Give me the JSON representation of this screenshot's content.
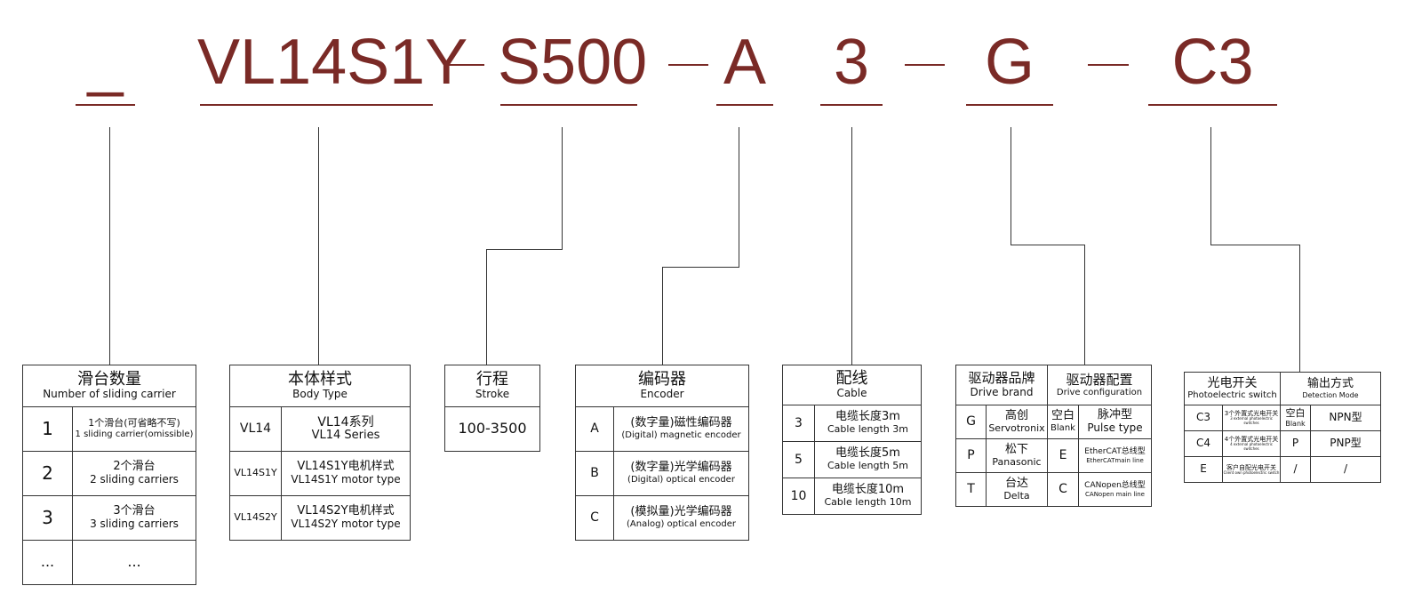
{
  "codes": [
    "_",
    "VL14S1Y",
    "S500",
    "A",
    "3",
    "G",
    "C3"
  ],
  "color": "#7a2a26",
  "sliding": {
    "title_zh": "滑台数量",
    "title_en": "Number of sliding carrier",
    "rows": [
      {
        "code": "1",
        "zh": "1个滑台(可省略不写)",
        "en": "1 sliding carrier(omissible)"
      },
      {
        "code": "2",
        "zh": "2个滑台",
        "en": "2 sliding carriers"
      },
      {
        "code": "3",
        "zh": "3个滑台",
        "en": "3 sliding carriers"
      },
      {
        "code": "...",
        "zh": "...",
        "en": ""
      }
    ]
  },
  "body": {
    "title_zh": "本体样式",
    "title_en": "Body Type",
    "rows": [
      {
        "code": "VL14",
        "zh": "VL14系列",
        "en": "VL14 Series"
      },
      {
        "code": "VL14S1Y",
        "zh": "VL14S1Y电机样式",
        "en": "VL14S1Y motor type"
      },
      {
        "code": "VL14S2Y",
        "zh": "VL14S2Y电机样式",
        "en": "VL14S2Y motor type"
      }
    ]
  },
  "stroke": {
    "title_zh": "行程",
    "title_en": "Stroke",
    "value": "100-3500"
  },
  "encoder": {
    "title_zh": "编码器",
    "title_en": "Encoder",
    "rows": [
      {
        "code": "A",
        "zh": "(数字量)磁性编码器",
        "en": "(Digital) magnetic encoder"
      },
      {
        "code": "B",
        "zh": "(数字量)光学编码器",
        "en": "(Digital) optical encoder"
      },
      {
        "code": "C",
        "zh": "(模拟量)光学编码器",
        "en": "(Analog) optical encoder"
      }
    ]
  },
  "cable": {
    "title_zh": "配线",
    "title_en": "Cable",
    "rows": [
      {
        "code": "3",
        "zh": "电缆长度3m",
        "en": "Cable length 3m"
      },
      {
        "code": "5",
        "zh": "电缆长度5m",
        "en": "Cable length 5m"
      },
      {
        "code": "10",
        "zh": "电缆长度10m",
        "en": "Cable length 10m"
      }
    ]
  },
  "drive": {
    "brand_zh": "驱动器品牌",
    "brand_en": "Drive brand",
    "config_zh": "驱动器配置",
    "config_en": "Drive configuration",
    "rows": [
      {
        "code": "G",
        "zh": "高创",
        "en": "Servotronix",
        "ccode": "空白",
        "ccode_en": "Blank",
        "czh": "脉冲型",
        "cen": "Pulse type"
      },
      {
        "code": "P",
        "zh": "松下",
        "en": "Panasonic",
        "ccode": "E",
        "ccode_en": "",
        "czh": "EtherCAT总线型",
        "cen": "EtherCATmain line"
      },
      {
        "code": "T",
        "zh": "台达",
        "en": "Delta",
        "ccode": "C",
        "ccode_en": "",
        "czh": "CANopen总线型",
        "cen": "CANopen main line"
      }
    ]
  },
  "photo": {
    "title_zh": "光电开关",
    "title_en": "Photoelectric switch",
    "mode_zh": "输出方式",
    "mode_en": "Detection Mode",
    "rows": [
      {
        "code": "C3",
        "zh": "3个外置式光电开关",
        "en": "3 external photoelectric switches",
        "mcode": "空白",
        "mcode_en": "Blank",
        "mode": "NPN型"
      },
      {
        "code": "C4",
        "zh": "4个外置式光电开关",
        "en": "4 external photoelectric switches",
        "mcode": "P",
        "mcode_en": "",
        "mode": "PNP型"
      },
      {
        "code": "E",
        "zh": "客户自配光电开关",
        "en": "Client own photoelectric switch",
        "mcode": "/",
        "mcode_en": "",
        "mode": "/"
      }
    ]
  }
}
